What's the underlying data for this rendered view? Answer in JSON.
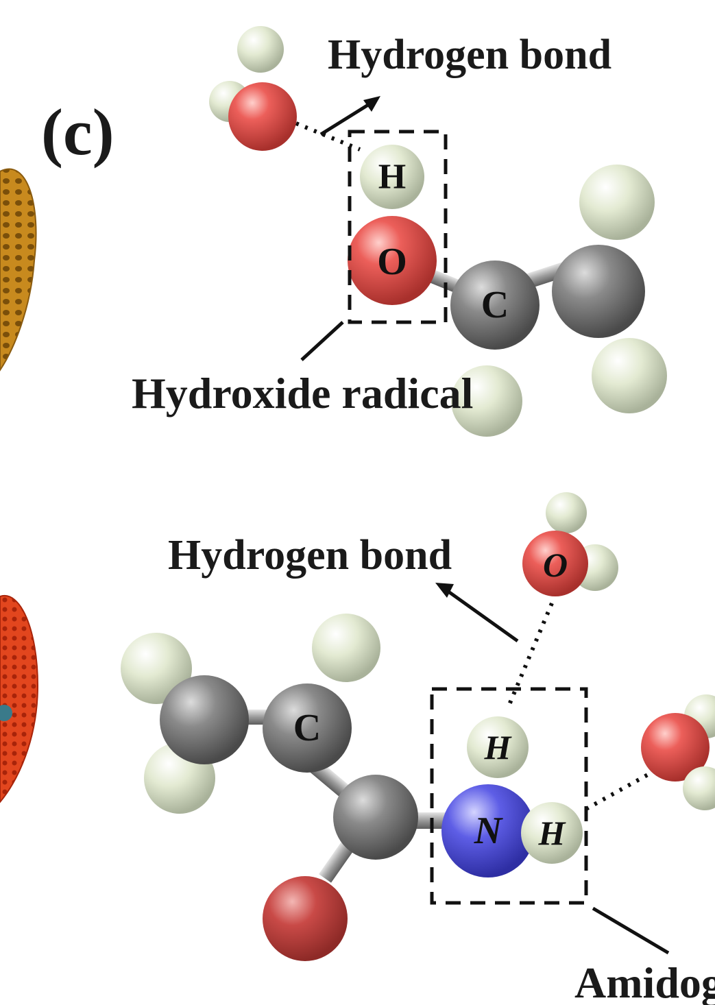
{
  "panel_label": "(c)",
  "top_molecule": {
    "hbond_label": "Hydrogen bond",
    "group_label": "Hydroxide radical",
    "atom_labels": {
      "h": "H",
      "o": "O",
      "c": "C"
    }
  },
  "bottom_molecule": {
    "hbond_label": "Hydrogen bond",
    "group_label": "Amidoge",
    "atom_labels": {
      "c": "C",
      "n": "N",
      "h1": "H",
      "h2": "H",
      "o_water": "O"
    }
  },
  "colors": {
    "oxygen": "#e0524f",
    "carbon": "#7d7d7d",
    "hydrogen": "#e6ecd6",
    "nitrogen": "#5b5be0",
    "orange_surface": "#c88a1e",
    "red_surface": "#e2461e"
  }
}
